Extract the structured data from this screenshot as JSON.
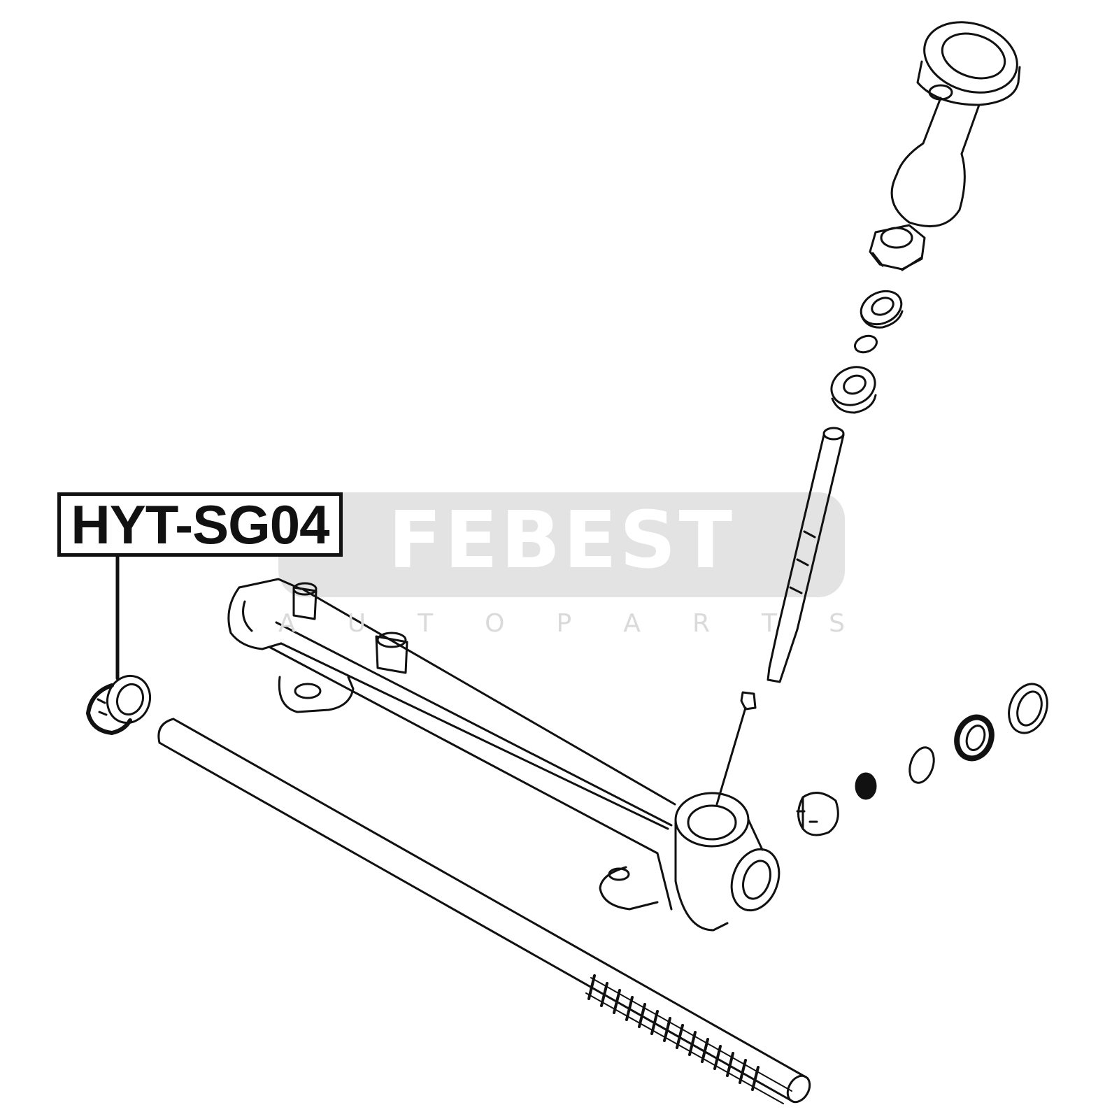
{
  "part_label": {
    "text": "HYT-SG04"
  },
  "watermark": {
    "brand": "FEBEST",
    "tagline_letters": [
      "A",
      "U",
      "T",
      "O",
      "P",
      "A",
      "R",
      "T",
      "S"
    ]
  },
  "colors": {
    "line": "#111111",
    "watermark_band": "#e3e3e3",
    "watermark_sub": "#dadada",
    "background": "#ffffff"
  }
}
